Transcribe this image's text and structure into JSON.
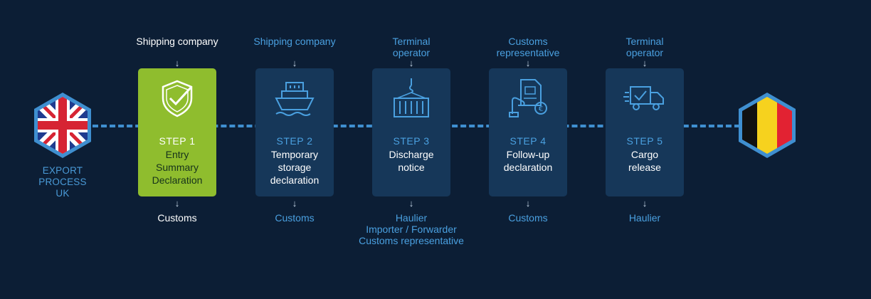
{
  "export_label": "EXPORT\nPROCESS\nUK",
  "flags": {
    "left": "uk-flag",
    "right": "belgium-flag"
  },
  "colors": {
    "background": "#0c1e35",
    "card": "#163759",
    "active_card": "#8fbd2e",
    "accent": "#4aa0e0",
    "dash": "#3f8fd0"
  },
  "steps": [
    {
      "top": "Shipping company",
      "step": "STEP 1",
      "title": "Entry\nSummary\nDeclaration",
      "bottom": "Customs",
      "icon": "shield-check-icon",
      "active": true
    },
    {
      "top": "Shipping company",
      "step": "STEP 2",
      "title": "Temporary\nstorage\ndeclaration",
      "bottom": "Customs",
      "icon": "ship-icon",
      "active": false
    },
    {
      "top": "Terminal\noperator",
      "step": "STEP 3",
      "title": "Discharge\nnotice",
      "bottom": "Haulier\nImporter / Forwarder\nCustoms representative",
      "icon": "container-crane-icon",
      "active": false
    },
    {
      "top": "Customs\nrepresentative",
      "step": "STEP 4",
      "title": "Follow-up\ndeclaration",
      "bottom": "Customs",
      "icon": "document-euro-icon",
      "active": false
    },
    {
      "top": "Terminal\noperator",
      "step": "STEP 5",
      "title": "Cargo\nrelease",
      "bottom": "Haulier",
      "icon": "truck-check-icon",
      "active": false
    }
  ],
  "arrow_glyph": "↓"
}
